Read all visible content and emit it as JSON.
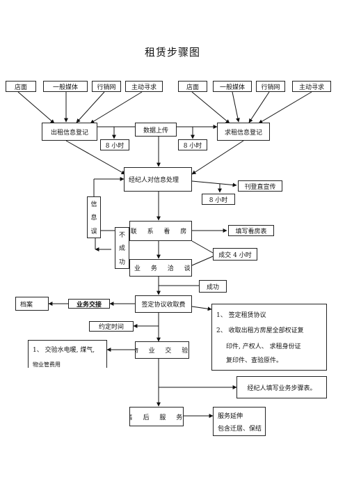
{
  "title": "租赁步骤图",
  "left_sources": [
    "店面",
    "一般媒体",
    "行销网",
    "主动寻求"
  ],
  "right_sources": [
    "店面",
    "一般媒体",
    "行销网",
    "主动寻求"
  ],
  "rent_out_register": "出租信息登记",
  "rent_seek_register": "求租信息登记",
  "data_upload": "数据上传",
  "hours_left": "8 小时",
  "hours_right": "8 小时",
  "agent_process": "经纪人对信息处理",
  "list_ad": "刊登直宣传",
  "hours_mid": "8 小时",
  "info_error": [
    "信",
    "息",
    "误"
  ],
  "contact_viewing": "联 系 看 房",
  "fill_viewing_form": "填写看房表",
  "not_success": [
    "不",
    "成",
    "功"
  ],
  "deal_4h": "成交 4 小时",
  "business_negotiation": "业 务 洽 谈",
  "success": "成功",
  "archive": "档案",
  "business_handover": "业务交接",
  "sign_agreement": "签定协议收取费",
  "agreement_notes": [
    "1、 签定租赁协议",
    "2、 收取出租方房屋全部权证复",
    "印件, 产权人、 求租身份证",
    "复印件、查验原件。"
  ],
  "agreed_time": "约定时间",
  "utilities_note": [
    "1、 交验水电暖, 煤气,",
    "物业管费用"
  ],
  "property_handover": "物 业 交 验",
  "agent_fill_form": "经纪人填写业务步骤表。",
  "after_sales": "售 后 服 务",
  "service_extension": [
    "服务延伸",
    "包含迁居、保结"
  ]
}
